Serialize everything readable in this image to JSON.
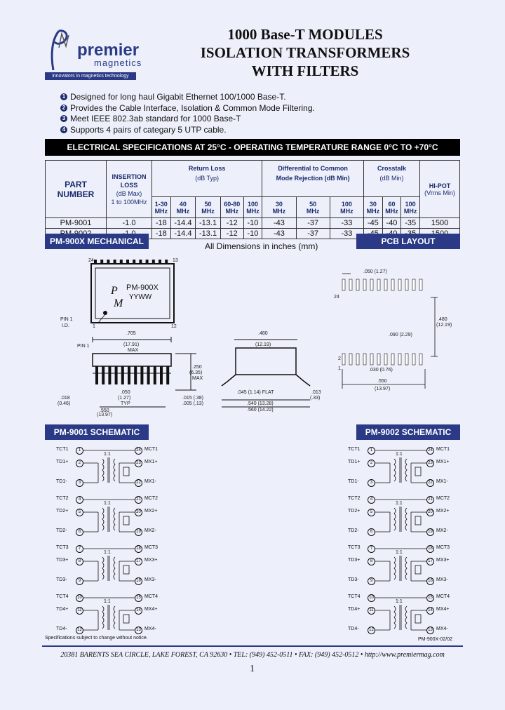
{
  "logo": {
    "brand": "premier",
    "sub": "magnetics",
    "tagline": "innovators in magnetics technology"
  },
  "title": {
    "line1": "1000 Base-T MODULES",
    "line2": "ISOLATION TRANSFORMERS",
    "line3": "WITH FILTERS"
  },
  "features": [
    {
      "num": "1",
      "text": "Designed for long haul Gigabit Ethernet 100/1000 Base-T."
    },
    {
      "num": "2",
      "text": "Provides the Cable Interface, Isolation & Common Mode Filtering."
    },
    {
      "num": "3",
      "text": "Meet IEEE 802.3ab standard for 1000 Base-T"
    },
    {
      "num": "4",
      "text": "Supports 4 pairs of categary 5 UTP cable."
    }
  ],
  "spec_title": "ELECTRICAL SPECIFICATIONS AT 25°C - OPERATING TEMPERATURE RANGE  0°C TO +70°C",
  "table": {
    "part_number": "PART NUMBER",
    "insertion": [
      "INSERTION",
      "LOSS",
      "(dB Max)",
      "1 to 100MHz"
    ],
    "return_loss": "Return Loss",
    "return_unit": "(dB Typ)",
    "diff_common": "Differential to Common",
    "mode_rejection": "Mode Rejection (dB Min)",
    "crosstalk": "Crosstalk",
    "crosstalk_unit": "(dB Min)",
    "hipot": "HI-POT",
    "hipot_unit": "(Vrms Min)",
    "freq_top": [
      "1-30",
      "40",
      "50",
      "60-80",
      "100",
      "30",
      "50",
      "100",
      "30",
      "60",
      "100"
    ],
    "freq_unit": "MHz",
    "rows": [
      [
        "PM-9001",
        "-1.0",
        "-18",
        "-14.4",
        "-13.1",
        "-12",
        "-10",
        "-43",
        "-37",
        "-33",
        "-45",
        "-40",
        "-35",
        "1500"
      ],
      [
        "PM-9002",
        "-1.0",
        "-18",
        "-14.4",
        "-13.1",
        "-12",
        "-10",
        "-43",
        "-37",
        "-33",
        "-45",
        "-40",
        "-35",
        "1500"
      ]
    ]
  },
  "mechanical": {
    "header": "PM-900X  MECHANICAL",
    "note": "All Dimensions in inches (mm)",
    "pcb_header": "PCB LAYOUT",
    "chip_label": "PM-900X",
    "chip_date": "YYWW",
    "pin24": "24",
    "pin13": "13",
    "pin1": "1",
    "pin12": "12",
    "pin1_id": "PIN 1",
    "pin1_id2": "I.D.",
    "dim_705": ".705",
    "dim_705mm": "(17.91)",
    "max": "MAX",
    "dim_250": ".250",
    "dim_250mm": "(6.35)",
    "dim_050": ".050",
    "dim_050mm": "(1.27)",
    "typ": "TYP",
    "dim_018": ".018",
    "dim_018mm": "(0.46)",
    "dim_015": ".015 (.38)",
    "dim_005": ".005 (.13)",
    "dim_550": ".550",
    "dim_550mm": "(13.97)",
    "dim_480": ".480",
    "dim_480mm": "(12.19)",
    "dim_045": ".045 (1.14) FLAT",
    "dim_540": ".540 (13.28)",
    "dim_560": ".560 (14.22)",
    "dim_013": ".013",
    "dim_013mm": "(.33)",
    "pcb_050": ".050 (1.27)",
    "pcb_24": "24",
    "pcb_2": "2",
    "pcb_1": "1",
    "pcb_480": ".480",
    "pcb_480mm": "(12.19)",
    "pcb_090": ".090 (2.29)",
    "pcb_030": ".030 (0.76)",
    "pcb_550": ".550",
    "pcb_550mm": "(13.97)"
  },
  "schematics": {
    "left_header": "PM-9001  SCHEMATIC",
    "right_header": "PM-9002  SCHEMATIC",
    "channels": [
      {
        "ct": "TCT1",
        "p": "TD1+",
        "m": "TD1-",
        "mxct": "MCT1",
        "mxp": "MX1+",
        "mxm": "MX1-",
        "ratio": "1:1",
        "pins": [
          "1",
          "2",
          "3",
          "24",
          "23",
          "22"
        ]
      },
      {
        "ct": "TCT2",
        "p": "TD2+",
        "m": "TD2-",
        "mxct": "MCT2",
        "mxp": "MX2+",
        "mxm": "MX2-",
        "ratio": "1:1",
        "pins": [
          "4",
          "5",
          "6",
          "21",
          "20",
          "19"
        ]
      },
      {
        "ct": "TCT3",
        "p": "TD3+",
        "m": "TD3-",
        "mxct": "MCT3",
        "mxp": "MX3+",
        "mxm": "MX3-",
        "ratio": "1:1",
        "pins": [
          "7",
          "8",
          "9",
          "18",
          "17",
          "16"
        ]
      },
      {
        "ct": "TCT4",
        "p": "TD4+",
        "m": "TD4-",
        "mxct": "MCT4",
        "mxp": "MX4+",
        "mxm": "MX4-",
        "ratio": "1:1",
        "pins": [
          "10",
          "11",
          "12",
          "15",
          "14",
          "13"
        ]
      }
    ]
  },
  "footnote": "Specifications subject to change without notice.",
  "docid": "PM-900X-02/02",
  "footer": "20381 BARENTS SEA CIRCLE, LAKE FOREST, CA 92630 • TEL: (949) 452-0511 • FAX: (949) 452-0512 • http://www.premiermag.com",
  "page_number": "1"
}
